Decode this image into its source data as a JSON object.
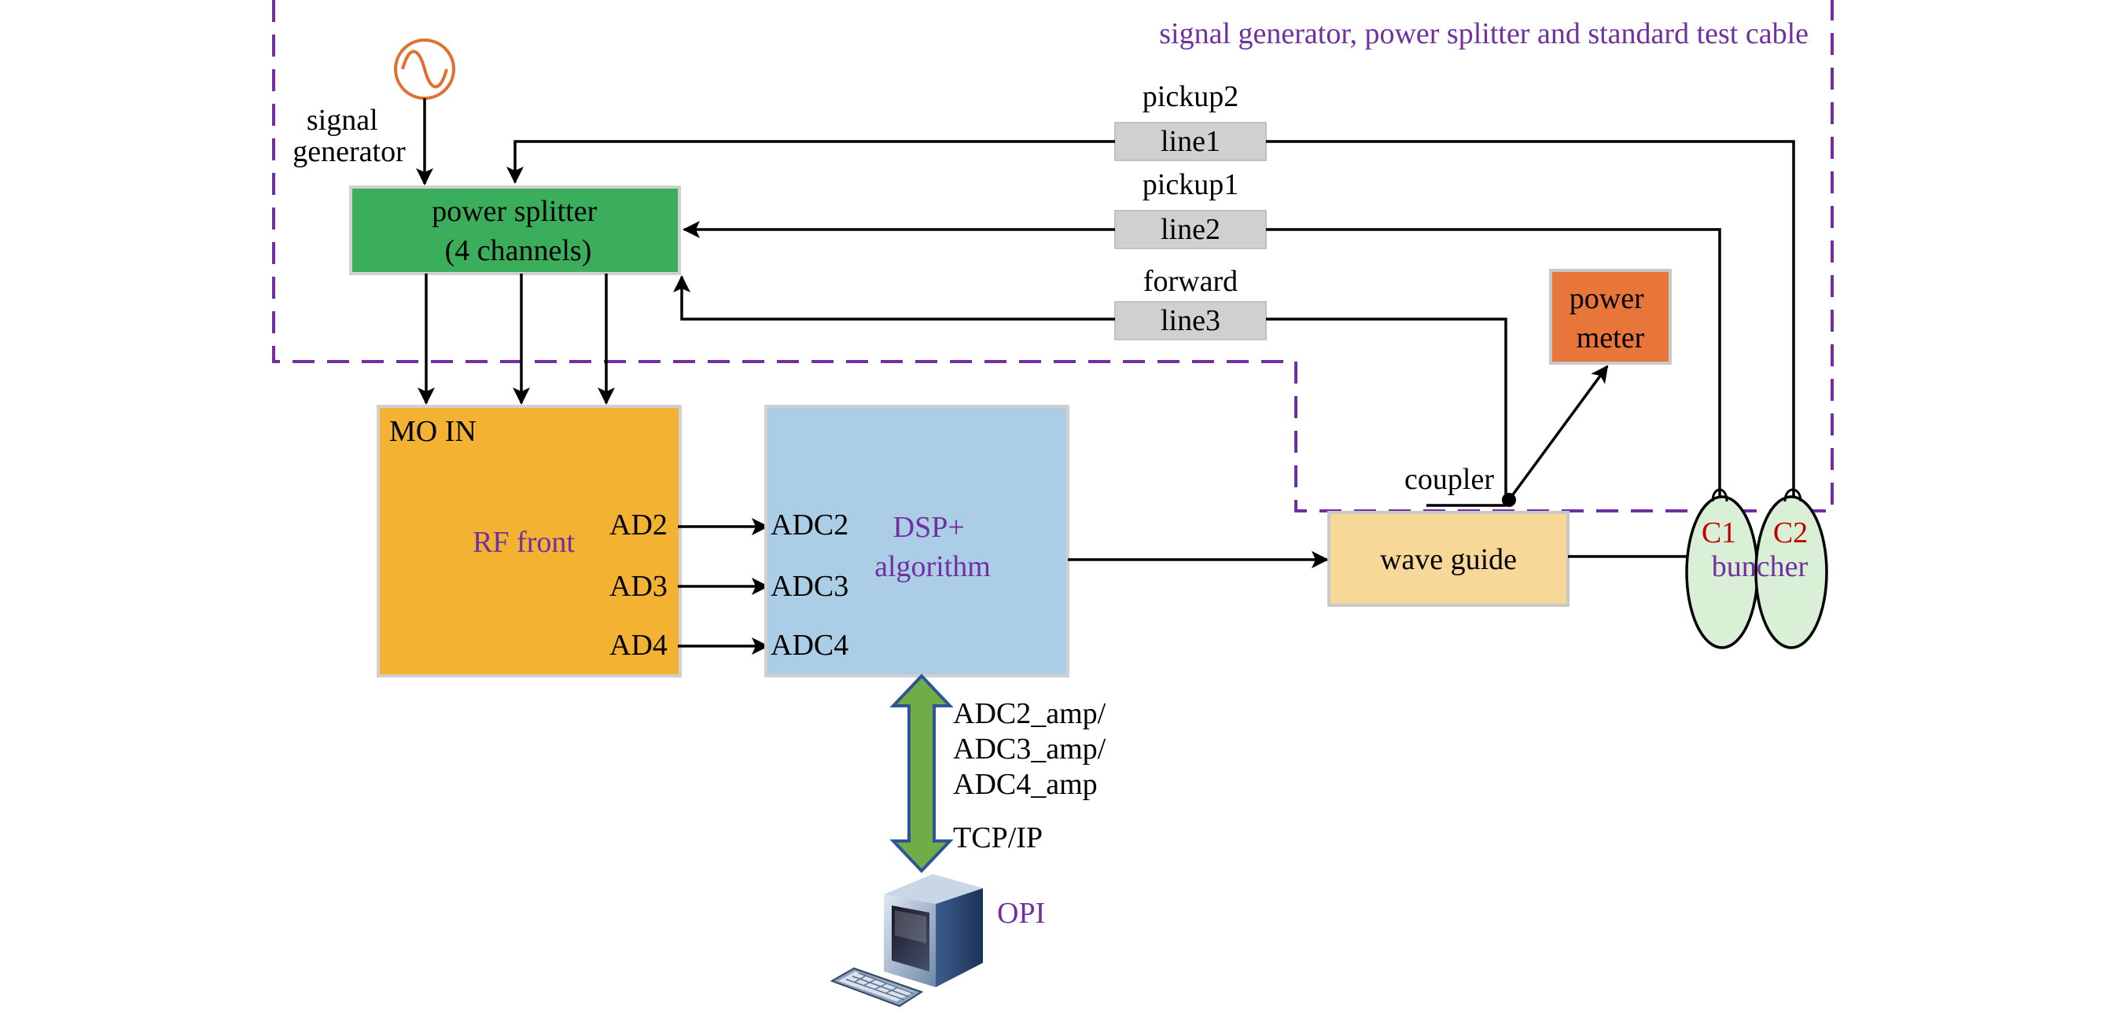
{
  "region_label": "signal generator, power splitter and standard test cable",
  "signal_generator_label": [
    "signal",
    "generator"
  ],
  "power_splitter_label": [
    "power splitter",
    "(4 channels)"
  ],
  "cables": [
    {
      "name": "pickup2",
      "line": "line1"
    },
    {
      "name": "pickup1",
      "line": "line2"
    },
    {
      "name": "forward",
      "line": "line3"
    }
  ],
  "power_meter_label": [
    "power",
    "meter"
  ],
  "mo_in_label": "MO IN",
  "rf_front_label": "RF front",
  "ad_labels": [
    "AD2",
    "AD3",
    "AD4"
  ],
  "adc_labels": [
    "ADC2",
    "ADC3",
    "ADC4"
  ],
  "dsp_label": [
    "DSP+",
    "algorithm"
  ],
  "coupler_label": "coupler",
  "wave_guide_label": "wave guide",
  "buncher_label": "buncher",
  "cavity_labels": [
    "C1",
    "C2"
  ],
  "link_data_label": [
    "ADC2_amp/",
    "ADC3_amp/",
    "ADC4_amp"
  ],
  "link_protocol_label": "TCP/IP",
  "opi_label": "OPI",
  "colors": {
    "dashed_border": "#7030a0",
    "power_splitter": "#3aae5a",
    "rf_front": "#f4b233",
    "dsp": "#abcde5",
    "power_meter": "#e8763a",
    "wave_guide": "#f8d898",
    "cable": "#d0d0d0",
    "buncher": "#d9efd6",
    "generator": "#e07030",
    "purple_text": "#7030a0",
    "red_text": "#c00000",
    "link_arrow": "#70ad47"
  }
}
